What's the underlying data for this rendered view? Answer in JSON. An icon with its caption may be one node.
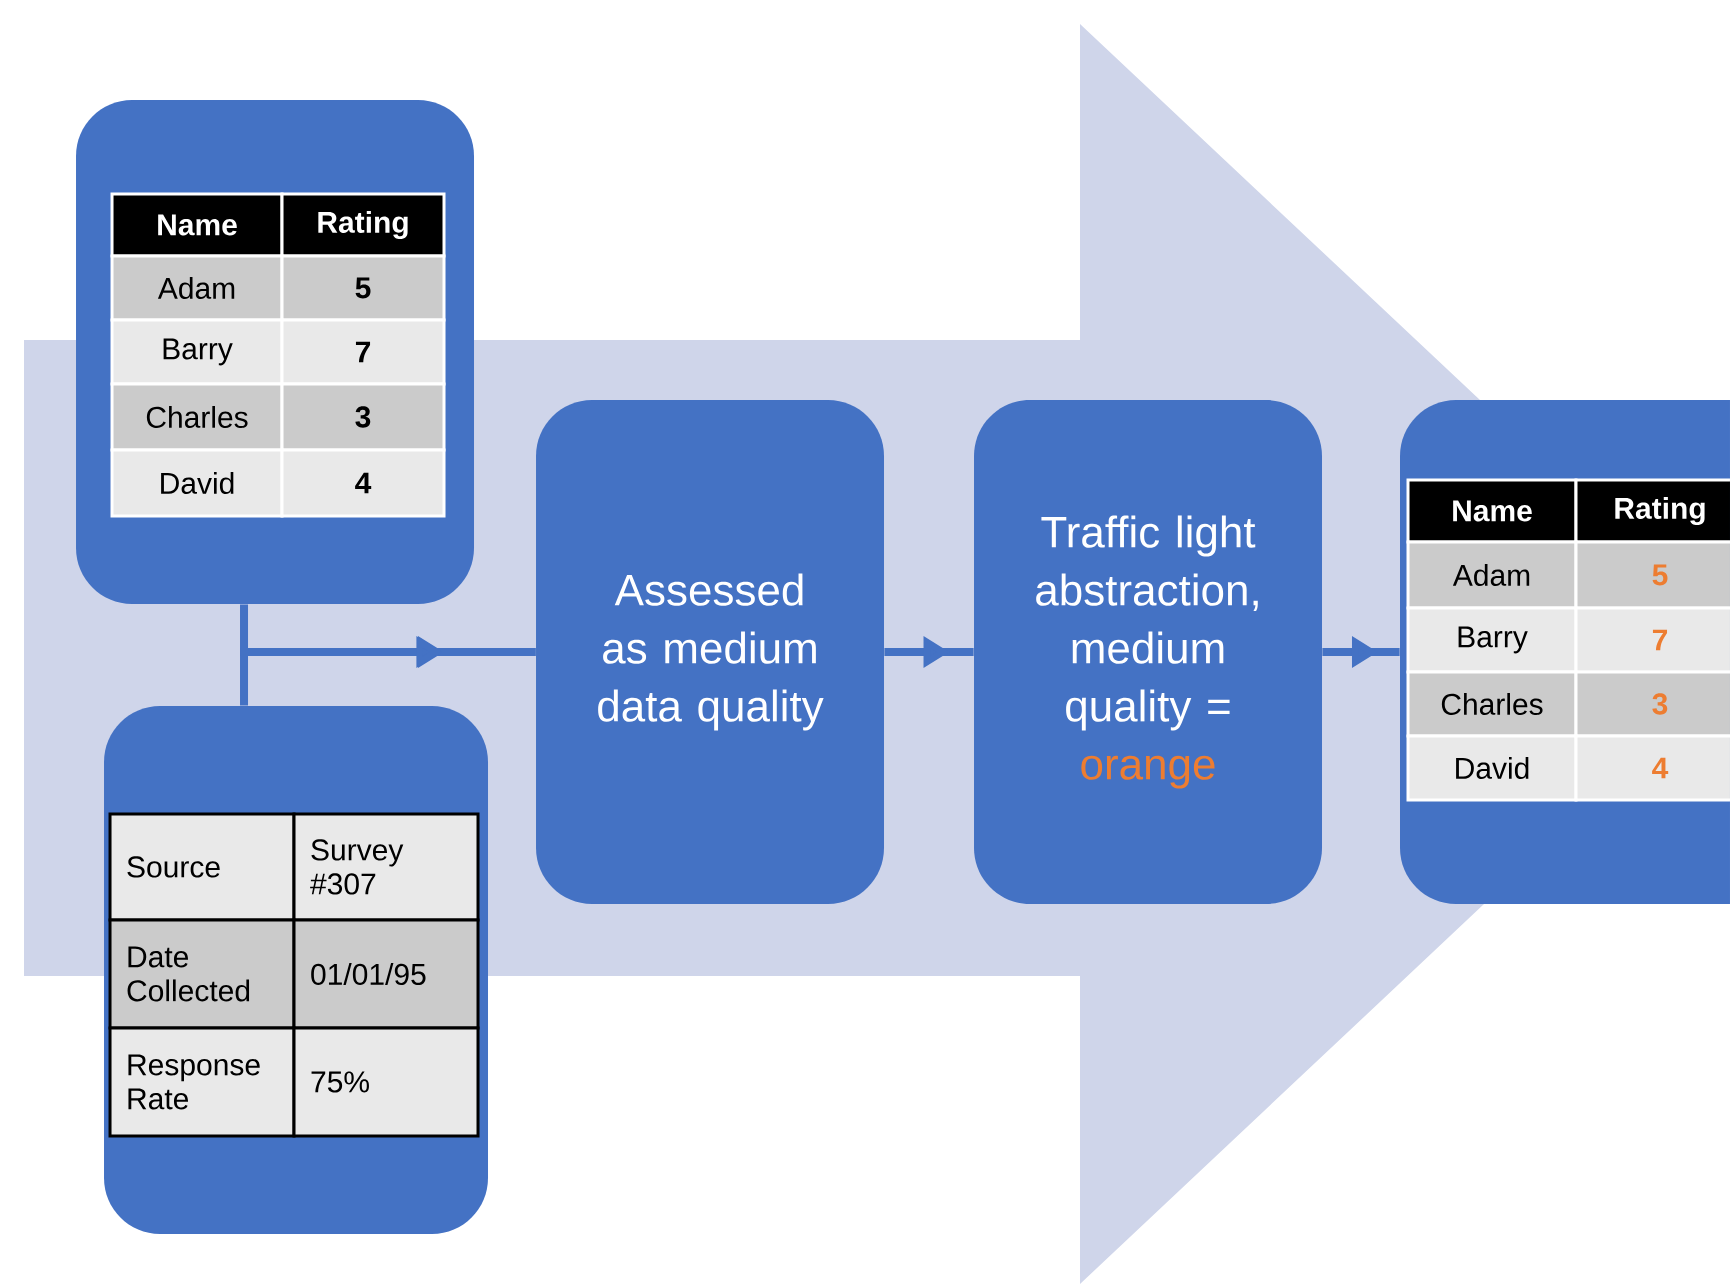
{
  "diagram": {
    "nodes": [
      {
        "text": [
          "Name",
          "Rating",
          "Adam",
          "5",
          "Barry",
          "7",
          "Charles",
          "3",
          "David",
          "4"
        ]
      },
      {
        "text": [
          "Source",
          "Survey #307",
          "Date Collected",
          "01/01/95",
          "Response Rate",
          "75%"
        ]
      },
      {
        "text": [
          "Assessed as medium data quality"
        ]
      },
      {
        "text": [
          "Traffic light abstraction, medium quality =",
          "orange"
        ]
      },
      {
        "text": [
          "Name",
          "Rating",
          "Adam",
          "5",
          "Barry",
          "7",
          "Charles",
          "3",
          "David",
          "4"
        ]
      }
    ],
    "edges": [
      {
        "from": 0,
        "to": 2,
        "arrow": "to"
      },
      {
        "from": 1,
        "to": 2,
        "arrow": "to"
      },
      {
        "from": 2,
        "to": 3,
        "arrow": "to"
      },
      {
        "from": 3,
        "to": 4,
        "arrow": "to"
      }
    ]
  }
}
